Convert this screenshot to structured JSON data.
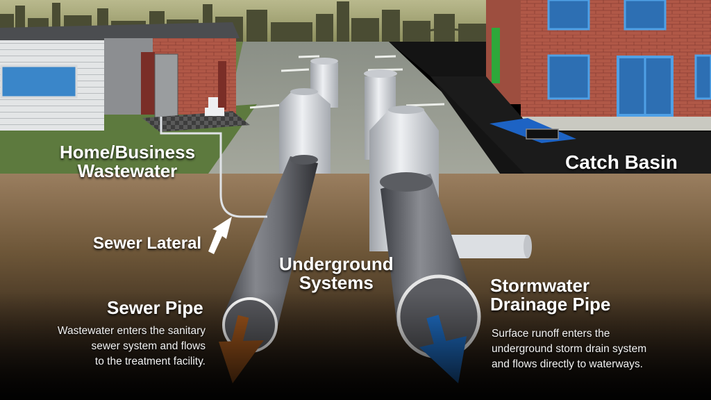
{
  "labels": {
    "home_business_wastewater": [
      "Home/Business",
      "Wastewater"
    ],
    "catch_basin": "Catch Basin",
    "sewer_lateral": "Sewer Lateral",
    "underground_systems": [
      "Underground",
      "Systems"
    ],
    "sewer_pipe": {
      "title": "Sewer Pipe",
      "description": [
        "Wastewater enters the sanitary",
        "sewer system and flows",
        "to the treatment facility."
      ]
    },
    "stormwater_pipe": {
      "title": [
        "Stormwater",
        "Drainage Pipe"
      ],
      "description": [
        "Surface runoff enters the",
        "underground storm drain system",
        "and flows directly to waterways."
      ]
    }
  },
  "colors": {
    "sewer_flow_arrow": "#a0561c",
    "storm_flow_arrow": "#1f6fc7",
    "water": "#1d63c4",
    "brick": "#b5594a",
    "window_frame": "#3a8fd8",
    "soil": "#8a6e4f",
    "pipe": "#6e7076",
    "manhole": "#d6d9de"
  },
  "icons": {
    "sewer_flow": "arrow-down-brown-icon",
    "storm_flow": "arrow-down-blue-icon",
    "lateral_pointer": "arrow-pointer-icon"
  }
}
